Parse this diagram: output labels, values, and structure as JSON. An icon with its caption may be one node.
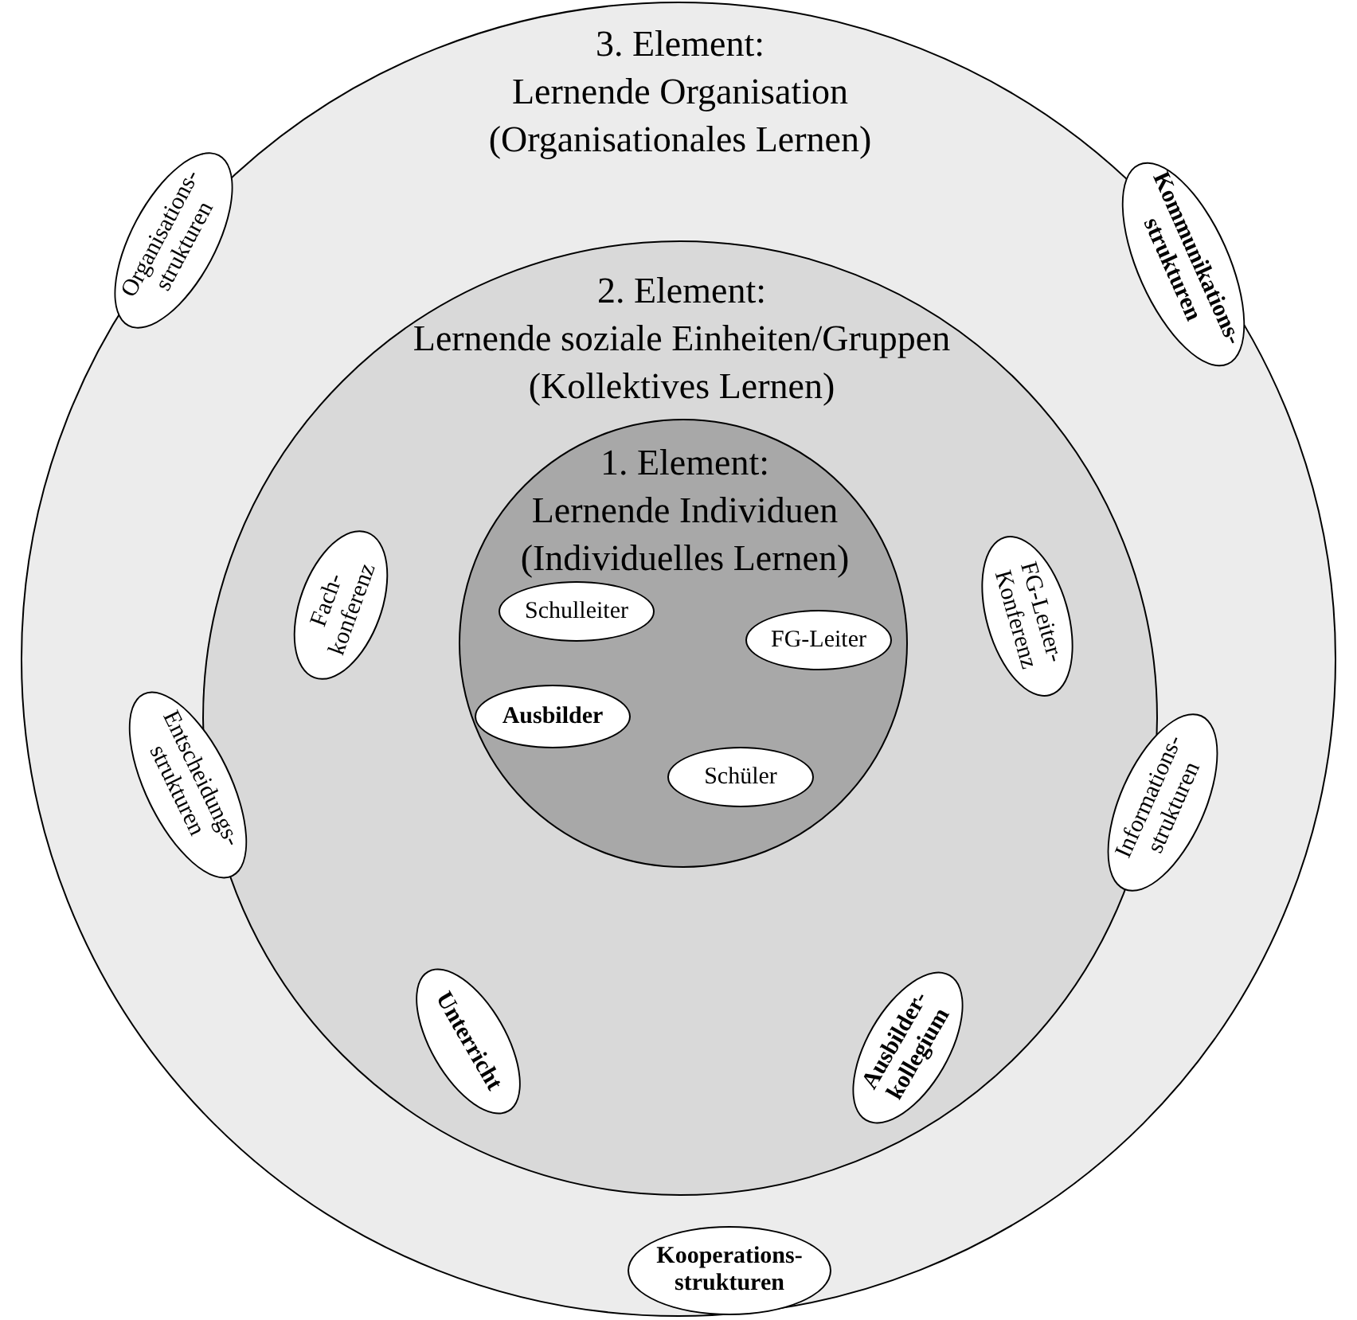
{
  "diagram": {
    "nodes": [
      {
        "text": [
          "3. Element: Lernende Organisation (Organisationales Lernen)"
        ]
      },
      {
        "text": [
          "Organisations- strukturen"
        ],
        "in": 0
      },
      {
        "text": [
          "Kommunikations- strukturen"
        ],
        "in": 0
      },
      {
        "text": [
          "2. Element: Lernende soziale Einheiten/Gruppen (Kollektives Lernen)"
        ],
        "in": 0
      },
      {
        "text": [
          "Fach- konferenz"
        ],
        "in": 3
      },
      {
        "text": [
          "FG-Leiter- Konferenz"
        ],
        "in": 3
      },
      {
        "text": [
          "1. Element: Lernende Individuen (Individuelles Lernen)"
        ],
        "in": 3
      },
      {
        "text": [
          "Schulleiter"
        ],
        "in": 6
      },
      {
        "text": [
          "FG-Leiter"
        ],
        "in": 6
      },
      {
        "text": [
          "Ausbilder"
        ],
        "in": 6
      },
      {
        "text": [
          "Schüler"
        ],
        "in": 6
      },
      {
        "text": [
          "Entscheidungs- strukturen"
        ],
        "in": 0
      },
      {
        "text": [
          "Unterricht"
        ],
        "in": 3
      },
      {
        "text": [
          "Ausbilder- kollegium"
        ],
        "in": 3
      },
      {
        "text": [
          "Informations- strukturen"
        ],
        "in": 0
      },
      {
        "text": [
          "Kooperations- strukturen"
        ],
        "in": 0
      }
    ]
  }
}
